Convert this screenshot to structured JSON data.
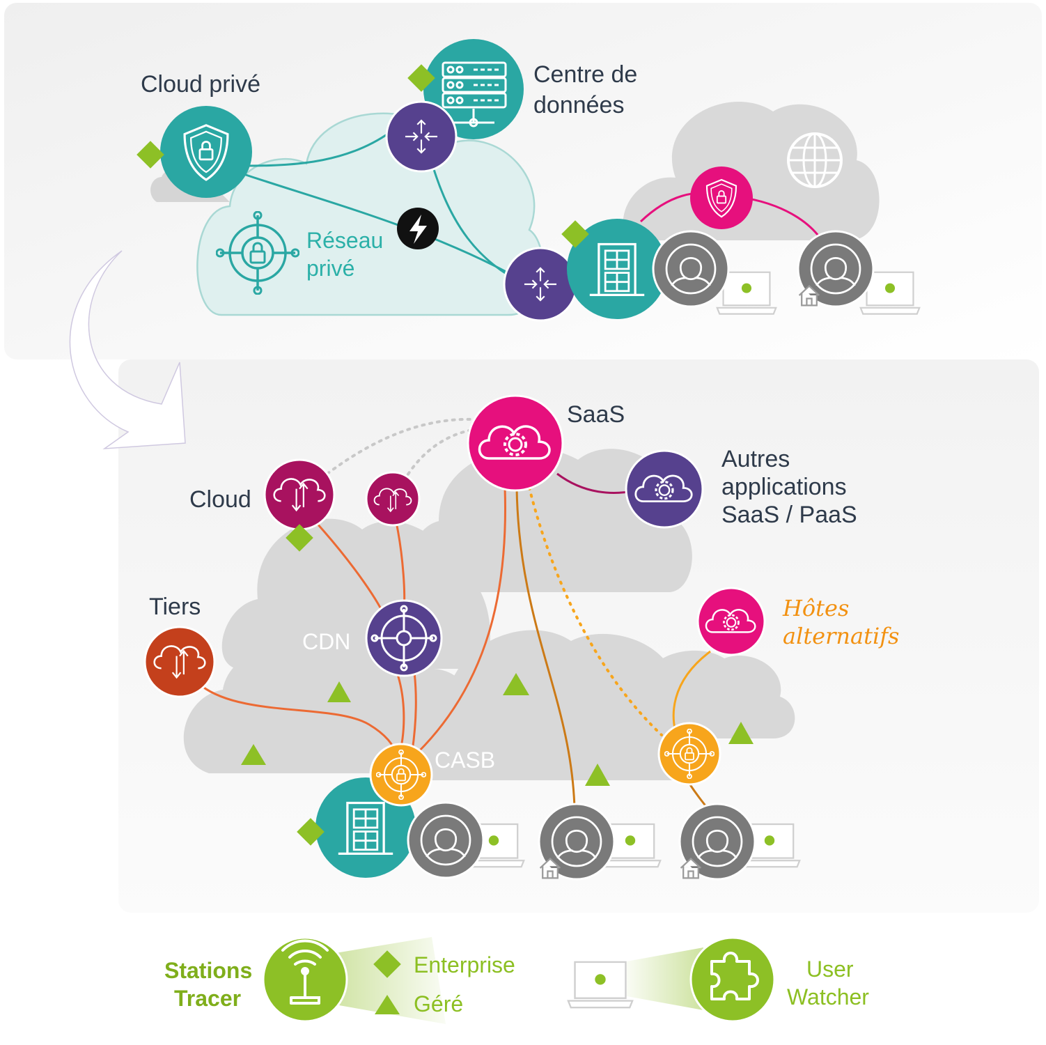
{
  "colors": {
    "teal": "#2aa7a3",
    "purple": "#56418e",
    "magenta": "#e6107d",
    "crimson": "#a8125f",
    "rust": "#c4401c",
    "orange": "#f7a51c",
    "gray": "#7a7a7a",
    "green": "#8dc026",
    "link_orange": "#ec6a33",
    "link_amber": "#cc7a16"
  },
  "top": {
    "cloud_prive": "Cloud privé",
    "centre_line1": "Centre de",
    "centre_line2": "données",
    "reseau_line1": "Réseau",
    "reseau_line2": "privé"
  },
  "bottom": {
    "saas": "SaaS",
    "autres_line1": "Autres",
    "autres_line2": "applications",
    "autres_line3": "SaaS / PaaS",
    "cloud": "Cloud",
    "tiers": "Tiers",
    "cdn": "CDN",
    "casb": "CASB",
    "hotes_line1": "Hôtes",
    "hotes_line2": "alternatifs"
  },
  "legend": {
    "stations_line1": "Stations",
    "stations_line2": "Tracer",
    "enterprise": "Enterprise",
    "gere": "Géré",
    "user_line1": "User",
    "user_line2": "Watcher"
  },
  "icons": [
    "shield-lock-icon",
    "server-icon",
    "router-icon",
    "network-lock-icon",
    "lightning-icon",
    "building-icon",
    "user-icon",
    "laptop-icon",
    "globe-icon",
    "home-icon",
    "cloud-gear-icon",
    "cloud-updown-icon",
    "cdn-network-icon",
    "casb-lock-icon",
    "diamond-marker-icon",
    "triangle-marker-icon",
    "antenna-icon",
    "puzzle-icon",
    "curved-arrow-icon"
  ]
}
